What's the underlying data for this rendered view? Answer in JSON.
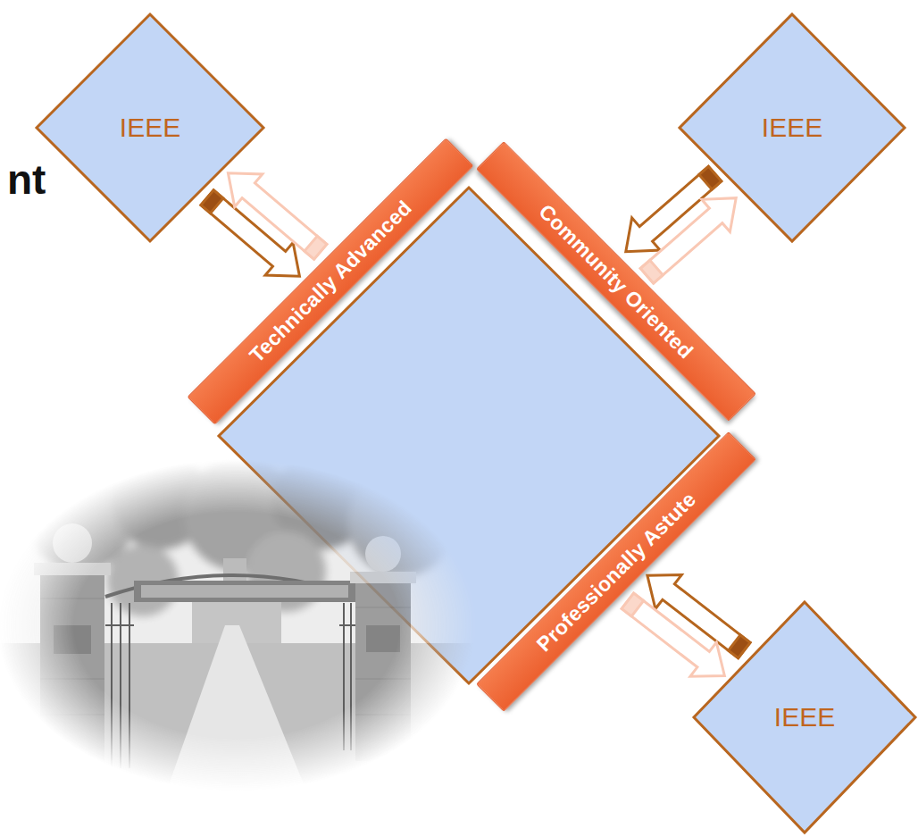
{
  "diagram": {
    "nodes": [
      {
        "text": [
          "IEEE"
        ]
      },
      {
        "text": [
          "IEEE"
        ]
      },
      {
        "text": [
          "Technically Advanced"
        ]
      },
      {
        "text": [
          "Community Oriented"
        ]
      },
      {
        "text": [
          "Professionally Astute"
        ]
      },
      {
        "text": [
          "IEEE"
        ]
      }
    ],
    "edges": [
      {
        "from": 0,
        "to": 2,
        "arrow": "to"
      },
      {
        "from": 2,
        "to": 0,
        "arrow": "to"
      },
      {
        "from": 1,
        "to": 3,
        "arrow": "to"
      },
      {
        "from": 3,
        "to": 1,
        "arrow": "to"
      },
      {
        "from": 5,
        "to": 4,
        "arrow": "to"
      },
      {
        "from": 4,
        "to": 5,
        "arrow": "to"
      }
    ],
    "labels": [
      "nt"
    ]
  }
}
